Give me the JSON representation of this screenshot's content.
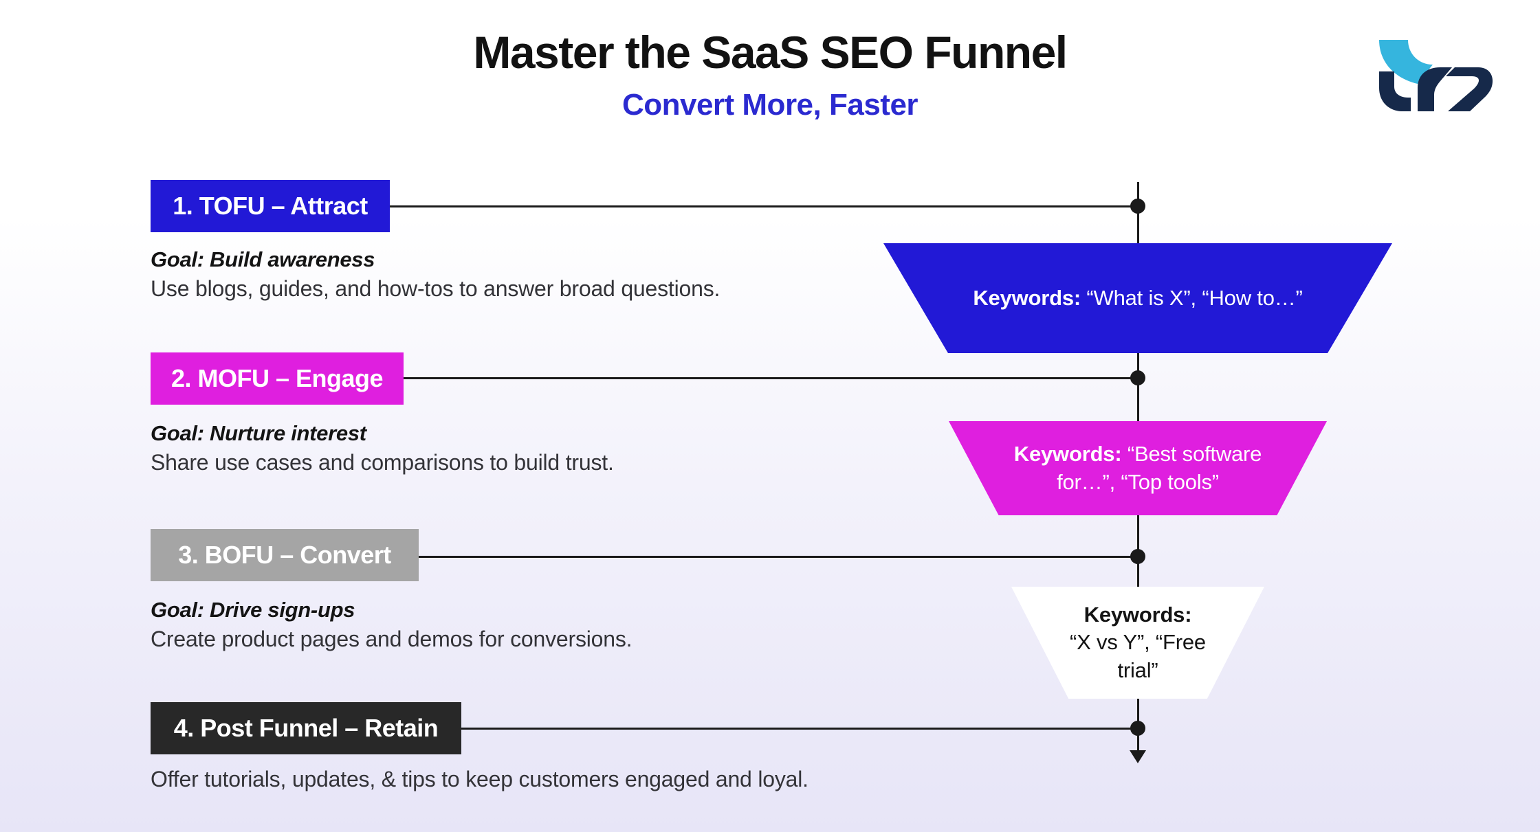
{
  "header": {
    "title": "Master the SaaS SEO Funnel",
    "subtitle": "Convert More, Faster"
  },
  "logo": {
    "icon": "tro-logo",
    "accent_color": "#35b5de",
    "navy_color": "#16294a"
  },
  "colors": {
    "stage1_blue": "#2219d6",
    "stage2_magenta": "#df1fdf",
    "stage3_gray": "#a5a5a5",
    "stage4_dark": "#282828",
    "subtitle_blue": "#2b2ad0",
    "line_black": "#1a1a1a",
    "background_bottom": "#e7e5f7"
  },
  "stages": [
    {
      "label": "1. TOFU – Attract",
      "goal": "Goal: Build awareness",
      "description": "Use blogs, guides, and how-tos to answer broad questions.",
      "keywords_prefix": "Keywords:",
      "keywords_text": "“What is X”, “How to…”"
    },
    {
      "label": "2. MOFU – Engage",
      "goal": "Goal: Nurture interest",
      "description": "Share use cases and comparisons to build trust.",
      "keywords_prefix": "Keywords:",
      "keywords_text": "“Best software for…”, “Top tools”"
    },
    {
      "label": "3. BOFU – Convert",
      "goal": "Goal: Drive sign-ups",
      "description": "Create product pages and demos for conversions.",
      "keywords_prefix": "Keywords:",
      "keywords_text": "“X vs Y”, “Free trial”"
    },
    {
      "label": "4. Post Funnel – Retain",
      "description": "Offer tutorials, updates, & tips to keep customers engaged and loyal."
    }
  ]
}
